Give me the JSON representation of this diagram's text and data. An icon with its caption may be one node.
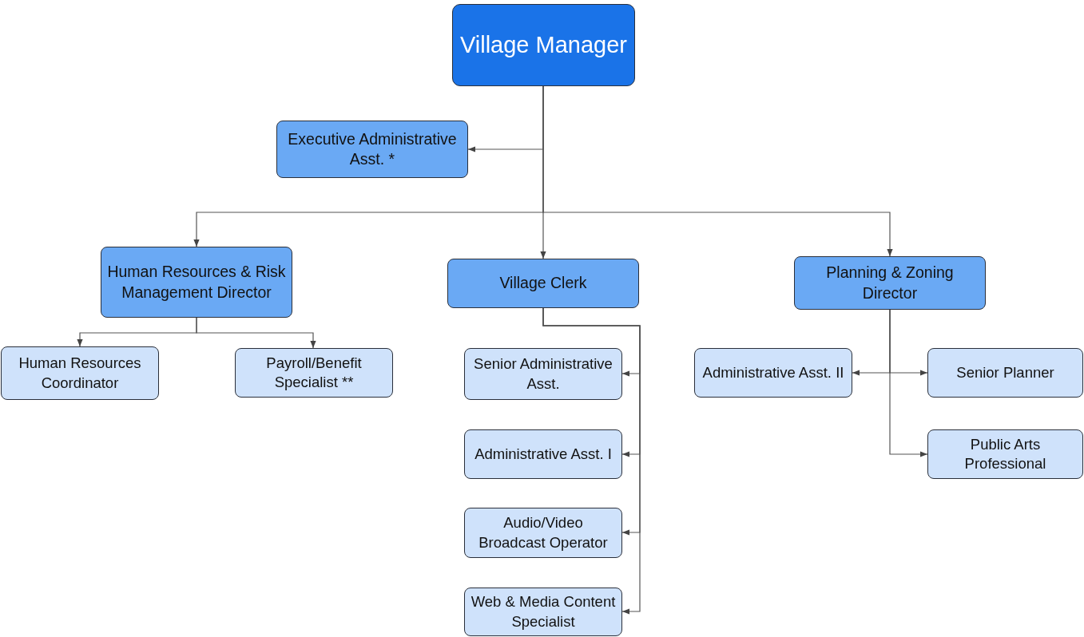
{
  "diagram": {
    "nodes": [
      {
        "text": [
          "Village Manager"
        ]
      },
      {
        "text": [
          "Executive Administrative Asst. *"
        ]
      },
      {
        "text": [
          "Human Resources & Risk Management Director"
        ]
      },
      {
        "text": [
          "Village Clerk"
        ]
      },
      {
        "text": [
          "Planning & Zoning Director"
        ]
      },
      {
        "text": [
          "Human Resources Coordinator"
        ]
      },
      {
        "text": [
          "Payroll/Benefit Specialist **"
        ]
      },
      {
        "text": [
          "Senior Administrative Asst."
        ]
      },
      {
        "text": [
          "Administrative Asst. I"
        ]
      },
      {
        "text": [
          "Audio/Video Broadcast Operator"
        ]
      },
      {
        "text": [
          "Web & Media Content Specialist"
        ]
      },
      {
        "text": [
          "Administrative Asst. II"
        ]
      },
      {
        "text": [
          "Senior Planner"
        ]
      },
      {
        "text": [
          "Public Arts Professional"
        ]
      }
    ],
    "edges": [
      {
        "from": 0,
        "to": 1,
        "arrow": "to"
      },
      {
        "from": 0,
        "to": 2,
        "arrow": "to"
      },
      {
        "from": 0,
        "to": 3,
        "arrow": "to"
      },
      {
        "from": 0,
        "to": 4,
        "arrow": "to"
      },
      {
        "from": 2,
        "to": 5,
        "arrow": "to"
      },
      {
        "from": 2,
        "to": 6,
        "arrow": "to"
      },
      {
        "from": 3,
        "to": 7,
        "arrow": "to"
      },
      {
        "from": 3,
        "to": 8,
        "arrow": "to"
      },
      {
        "from": 3,
        "to": 9,
        "arrow": "to"
      },
      {
        "from": 3,
        "to": 10,
        "arrow": "to"
      },
      {
        "from": 4,
        "to": 11,
        "arrow": "to"
      },
      {
        "from": 4,
        "to": 12,
        "arrow": "to"
      },
      {
        "from": 4,
        "to": 13,
        "arrow": "to"
      }
    ]
  }
}
